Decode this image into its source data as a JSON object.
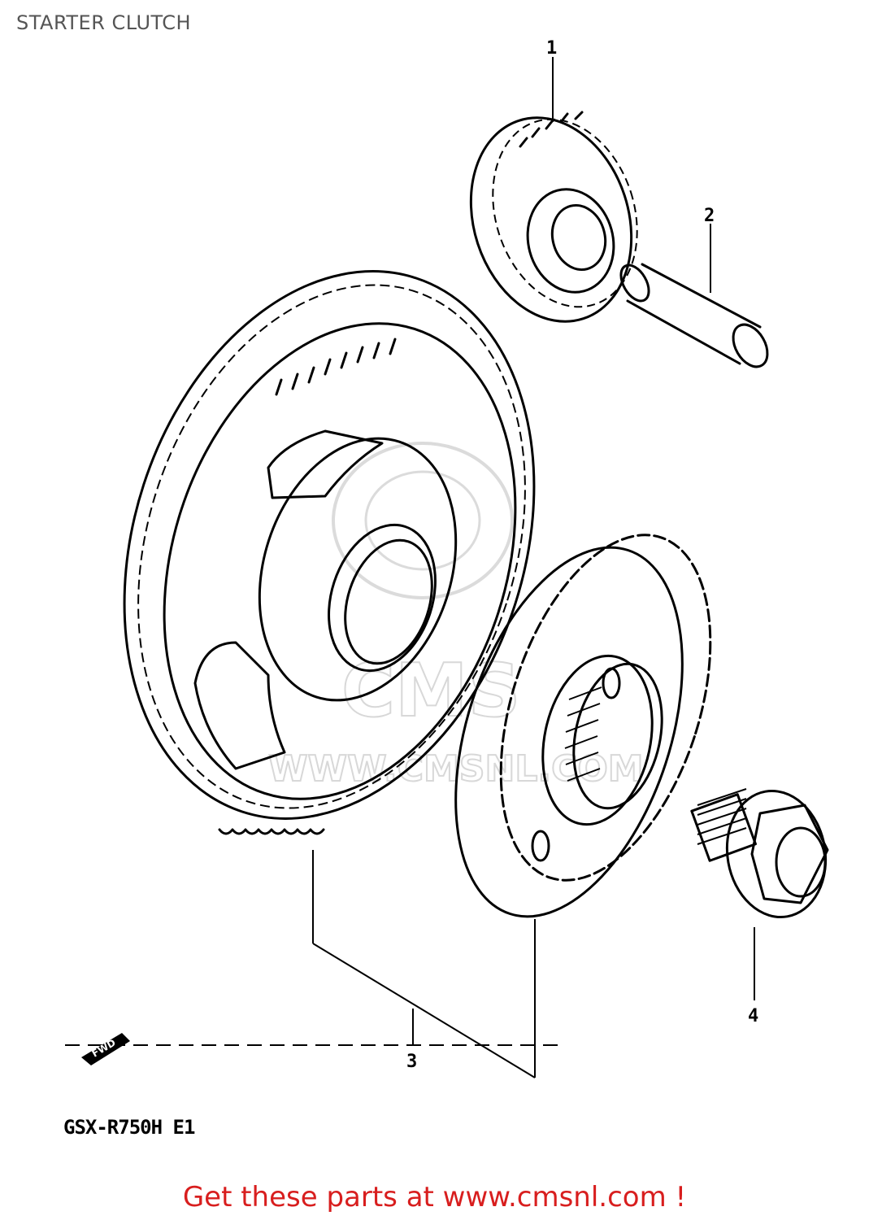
{
  "page": {
    "title": "STARTER CLUTCH",
    "model": "GSX-R750H E1",
    "footer_link": "Get these parts at www.cmsnl.com !"
  },
  "callouts": [
    {
      "label": "1"
    },
    {
      "label": "2"
    },
    {
      "label": "3"
    },
    {
      "label": "4"
    }
  ],
  "fwd_arrow": "FWD",
  "watermark": {
    "brand": "CMS",
    "url": "WWW.CMSNL.COM"
  },
  "colors": {
    "footer_link": "#d81e1e",
    "line": "#000000",
    "watermark": "#d4d4d4"
  }
}
